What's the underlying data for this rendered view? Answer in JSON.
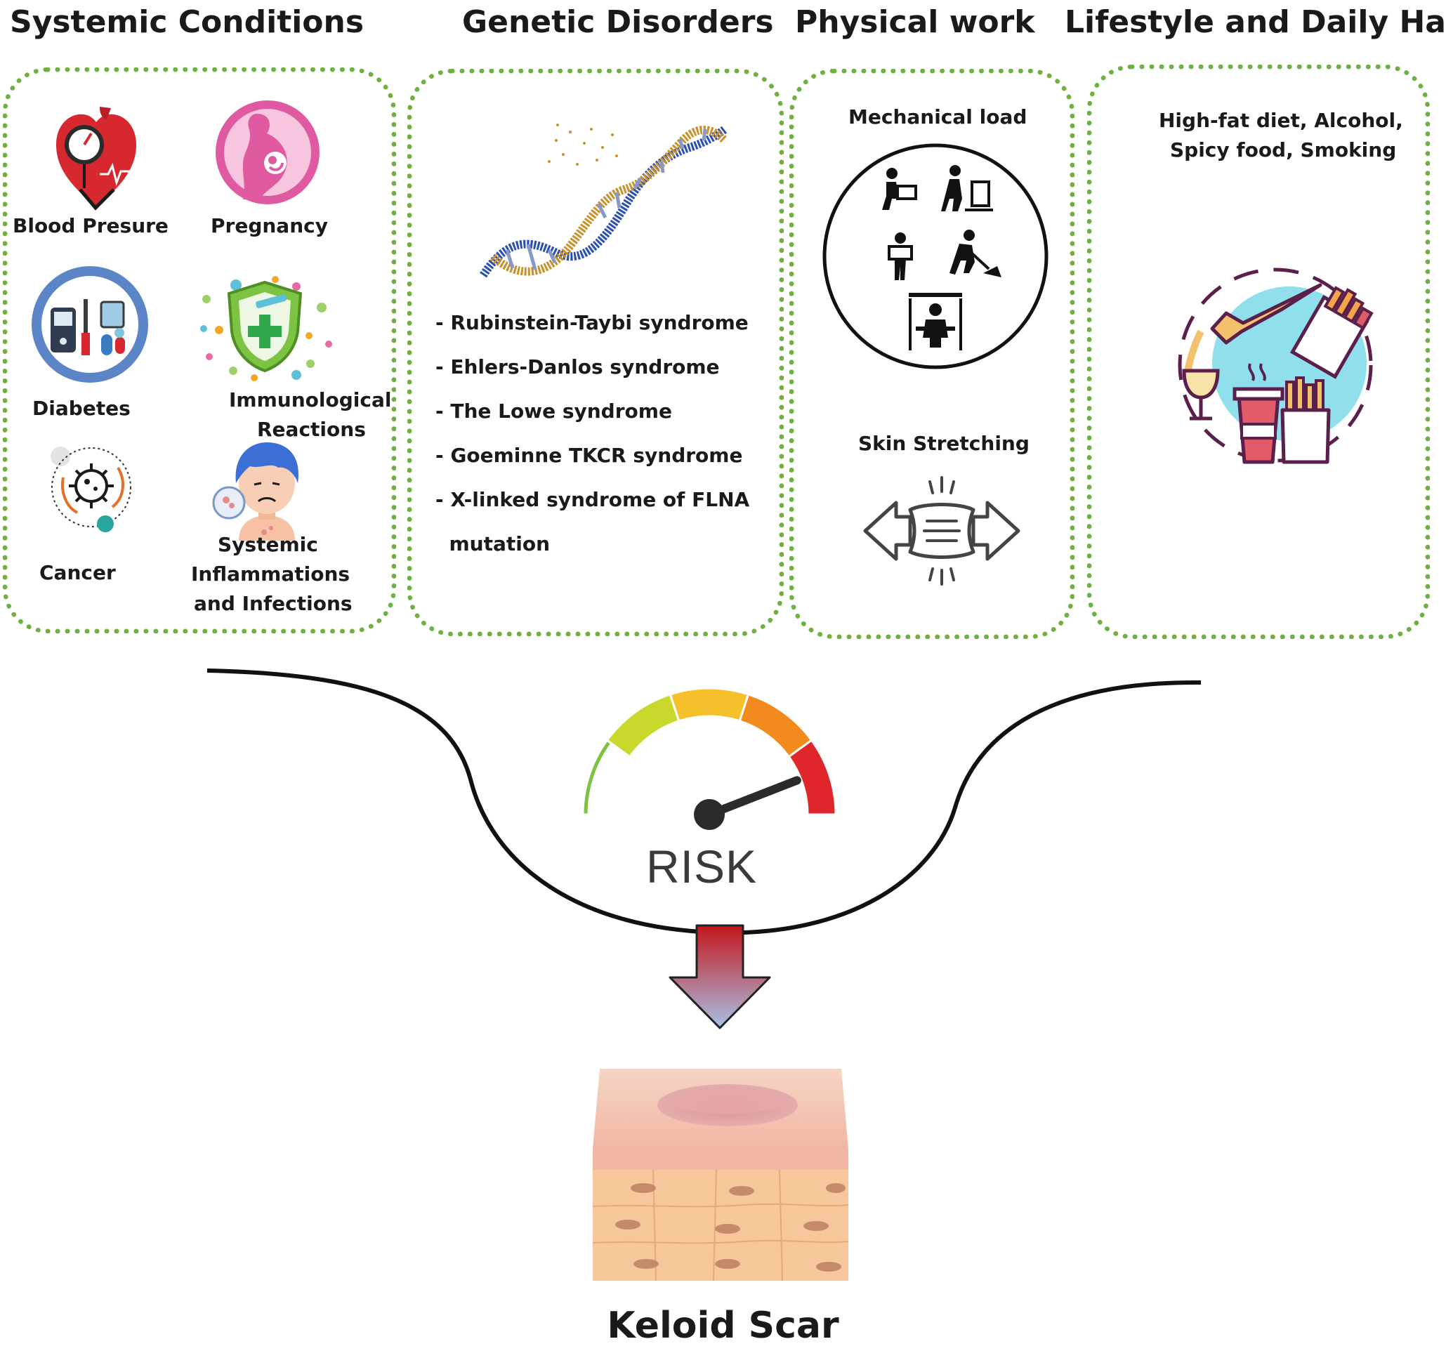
{
  "categories": {
    "systemic": {
      "title": "Systemic Conditions",
      "items": {
        "blood_pressure": "Blood Presure",
        "pregnancy": "Pregnancy",
        "diabetes": "Diabetes",
        "immunological": [
          "Immunological",
          "Reactions"
        ],
        "cancer": "Cancer",
        "systemic_inflammations": [
          "Systemic",
          "Inflammations",
          "and Infections"
        ]
      }
    },
    "genetic": {
      "title": "Genetic Disorders",
      "items": [
        "- Rubinstein-Taybi syndrome",
        "- Ehlers-Danlos syndrome",
        "- The Lowe syndrome",
        "- Goeminne TKCR syndrome",
        "- X-linked syndrome of FLNA",
        "  mutation"
      ]
    },
    "physical": {
      "title": "Physical work",
      "mechanical_load": "Mechanical load",
      "skin_stretching": "Skin Stretching"
    },
    "lifestyle": {
      "title": "Lifestyle and Daily Habits",
      "description": [
        "High-fat diet, Alcohol,",
        "Spicy food, Smoking"
      ]
    }
  },
  "risk": {
    "label": "RISK",
    "gauge_colors": [
      "#7cc243",
      "#c9d92b",
      "#f6c02b",
      "#f28a1e",
      "#e0262a"
    ],
    "needle_level": 0.92
  },
  "outcome": {
    "label": "Keloid Scar"
  },
  "colors": {
    "panel_border": "#6fb043",
    "arrow_top": "#c4161c",
    "arrow_bottom": "#a9c0e6"
  }
}
